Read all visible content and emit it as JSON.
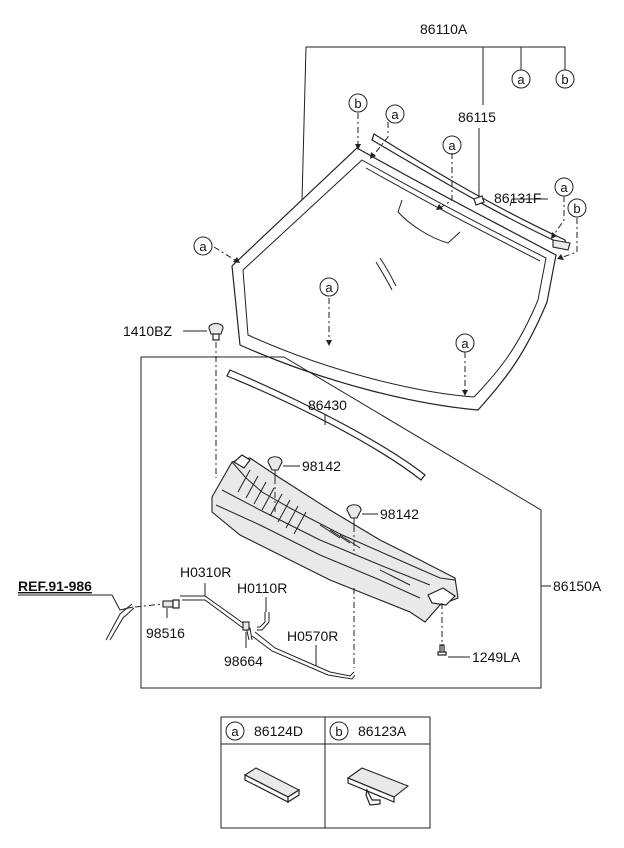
{
  "labels": {
    "p86110A": "86110A",
    "p86115": "86115",
    "p86131F": "86131F",
    "p1410BZ": "1410BZ",
    "p86430": "86430",
    "p98142a": "98142",
    "p98142b": "98142",
    "pH0310R": "H0310R",
    "pH0110R": "H0110R",
    "pREF": "REF.91-986",
    "p98516": "98516",
    "p98664": "98664",
    "pH0570R": "H0570R",
    "p86150A": "86150A",
    "p1249LA": "1249LA"
  },
  "callouts": {
    "a": "a",
    "b": "b"
  },
  "legend": {
    "a_part": "86124D",
    "b_part": "86123A"
  }
}
